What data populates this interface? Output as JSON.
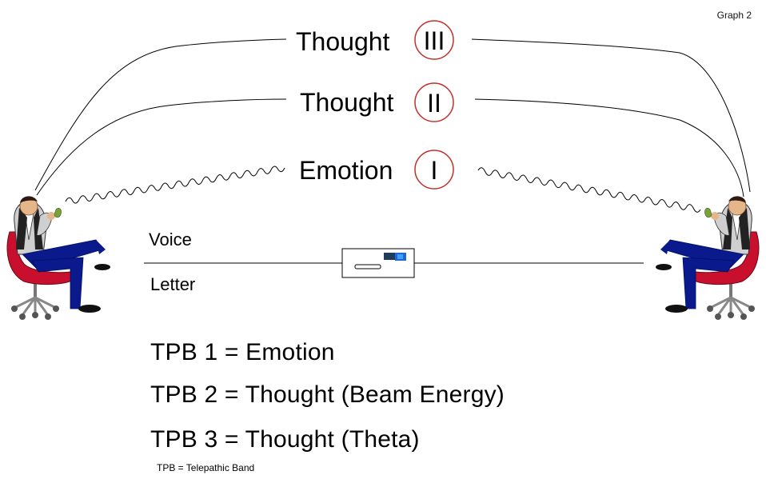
{
  "caption": "Graph 2",
  "bands": [
    {
      "label": "Thought",
      "numeral": "III"
    },
    {
      "label": "Thought",
      "numeral": "II"
    },
    {
      "label": "Emotion",
      "numeral": "I"
    }
  ],
  "channels": {
    "voice": "Voice",
    "letter": "Letter"
  },
  "legend": [
    "TPB 1 = Emotion",
    "TPB 2 = Thought (Beam Energy)",
    "TPB 3 = Thought (Theta)"
  ],
  "legend_note": "TPB = Telepathic Band",
  "colors": {
    "circle": "#c0302a",
    "trousers": "#0a1a8c",
    "chair": "#c8102e",
    "shirt": "#cfcfcf",
    "stamp": "#1f66d6"
  }
}
